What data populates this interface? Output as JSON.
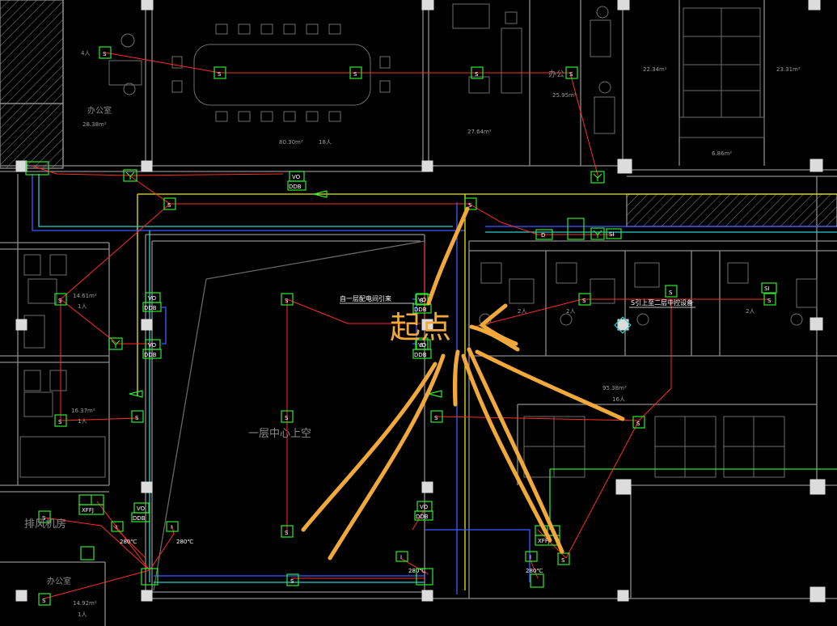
{
  "diagram": {
    "title": "",
    "colors": {
      "background": "#000000",
      "wall": "#8c8c8c",
      "furniture": "#6e6e6e",
      "cable_red": "#ff2a2a",
      "cable_blue": "#3a5cff",
      "trunk_yellow": "#e6e600",
      "trunk_cyan": "#33cccc",
      "device_green": "#2ee82e",
      "column": "#dcdcdc",
      "annotation_orange": "#f2a93b",
      "label_white": "#ffffff"
    },
    "rooms": {
      "office_top_left": "办公室",
      "office_bottom_left": "办公室",
      "office_top_right": "办公",
      "center_room": "一层中心上空",
      "pump_room": "排风机房"
    },
    "room_areas": {
      "office_top_left": "28.38m²",
      "office_top_right": "25.95m²",
      "center_small": "27.64m²",
      "meeting": "80.30m²",
      "right_room": "22.34m²",
      "far_right": "23.31m²",
      "small_right": "6.86m²",
      "left_mid1": "14.61m²",
      "left_mid2": "16.37m²",
      "bottom_left": "14.92m²",
      "right_large": "95.38m²"
    },
    "room_counts": {
      "office_top_left": "4人",
      "meeting": "18人",
      "left_mid1": "1人",
      "left_mid2": "1人",
      "bottom_left": "1人",
      "right_large": "16人",
      "right_mid1": "2人",
      "right_mid2": "2人",
      "right_mid3": "2人"
    },
    "labels": {
      "from_first_floor": "自一层配电间引来",
      "to_second_floor": "S引上至二层中控设备",
      "ddb": "DDB",
      "vo": "VO",
      "xffj": "XFFJ",
      "temp": "280℃",
      "si": "SI",
      "d": "D",
      "s": "S",
      "i": "I"
    },
    "annotation": {
      "text": "起点"
    }
  }
}
